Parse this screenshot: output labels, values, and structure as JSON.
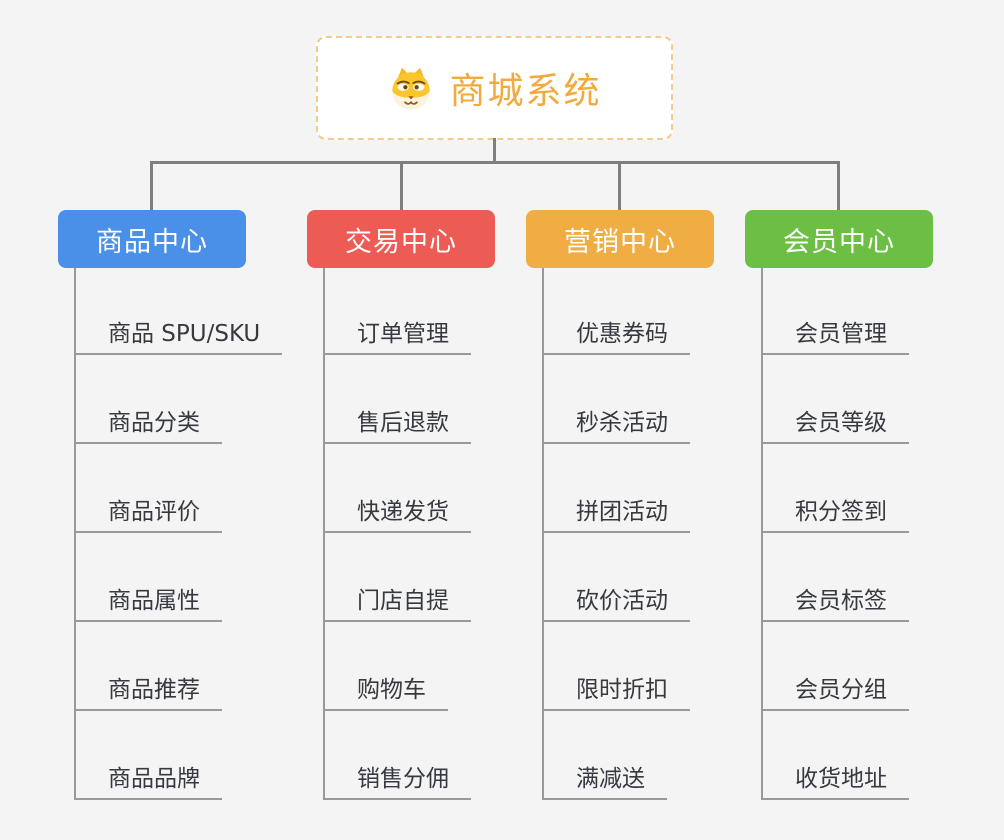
{
  "canvas": {
    "background": "#f4f4f5"
  },
  "root": {
    "title": "商城系统",
    "icon": "dog-face-icon",
    "text_color": "#f2a93d",
    "border_color": "#f3cb8d"
  },
  "connectors": {
    "trunk_color": "#7f7f7f",
    "branch_line_color": "#999999"
  },
  "branches": [
    {
      "label": "商品中心",
      "color": "#4a90e8",
      "items": [
        "商品 SPU/SKU",
        "商品分类",
        "商品评价",
        "商品属性",
        "商品推荐",
        "商品品牌"
      ]
    },
    {
      "label": "交易中心",
      "color": "#ec5b54",
      "items": [
        "订单管理",
        "售后退款",
        "快递发货",
        "门店自提",
        "购物车",
        "销售分佣"
      ]
    },
    {
      "label": "营销中心",
      "color": "#efad43",
      "items": [
        "优惠券码",
        "秒杀活动",
        "拼团活动",
        "砍价活动",
        "限时折扣",
        "满减送"
      ]
    },
    {
      "label": "会员中心",
      "color": "#6cbf44",
      "items": [
        "会员管理",
        "会员等级",
        "积分签到",
        "会员标签",
        "会员分组",
        "收货地址"
      ]
    }
  ]
}
